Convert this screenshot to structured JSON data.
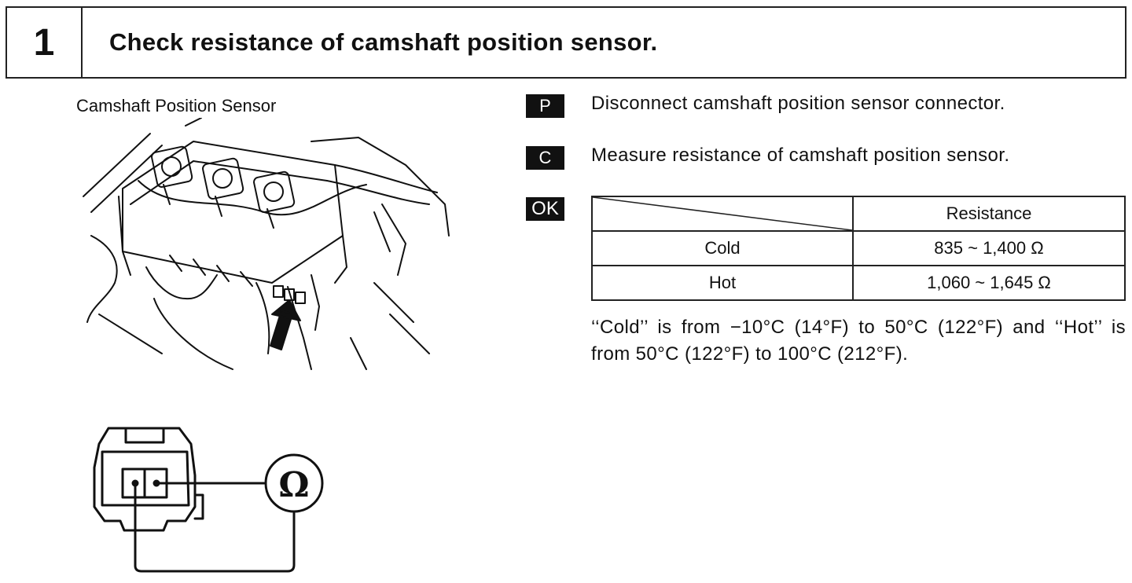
{
  "step": {
    "number": "1",
    "title": "Check resistance of camshaft position sensor."
  },
  "figure": {
    "label": "Camshaft Position Sensor",
    "meter_symbol": "Ω"
  },
  "instructions": [
    {
      "badge": "P",
      "text": "Disconnect camshaft position sensor connector."
    },
    {
      "badge": "C",
      "text": "Measure resistance of camshaft position sensor."
    }
  ],
  "ok_badge": "OK",
  "spec_table": {
    "header": "Resistance",
    "rows": [
      {
        "condition": "Cold",
        "value": "835 ~ 1,400 Ω"
      },
      {
        "condition": "Hot",
        "value": "1,060 ~ 1,645 Ω"
      }
    ]
  },
  "note": "‘‘Cold’’ is from −10°C (14°F) to 50°C (122°F) and ‘‘Hot’’ is from 50°C (122°F) to 100°C (212°F)."
}
